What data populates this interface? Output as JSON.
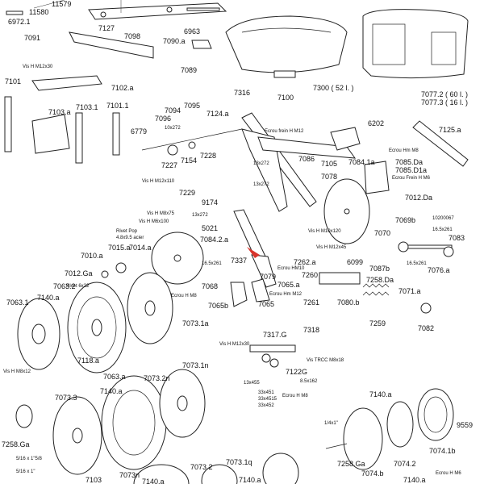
{
  "accent_color": "#d8342c",
  "labels": {
    "l6972_1": "6972.1",
    "l11580": "11580",
    "l11579": "11579",
    "l7127": "7127",
    "l7098": "7098",
    "l6963": "6963",
    "l7091": "7091",
    "l7090a": "7090.a",
    "l7089": "7089",
    "l7300": "7300 ( 52 l. )",
    "l7077_2": "7077.2 ( 60 l. )",
    "l7077_3": "7077.3 ( 16 l. )",
    "l7101": "7101",
    "l7102a": "7102.a",
    "l7103a": "7103.a",
    "l7103_1": "7103.1",
    "l7101_1": "7101.1",
    "l7316": "7316",
    "l7100": "7100",
    "l6202": "6202",
    "l7125a": "7125.a",
    "l7094": "7094",
    "l7095": "7095",
    "l7124a": "7124.a",
    "l7096": "7096",
    "l6779": "6779",
    "l7227": "7227",
    "l7154": "7154",
    "l7228": "7228",
    "l7229": "7229",
    "l9174": "9174",
    "l7086": "7086",
    "l7105": "7105",
    "l7078": "7078",
    "l7084_1a": "7084.1a",
    "l7085Da": "7085.Da",
    "l7085D1a": "7085.D1a",
    "l7012Da": "7012.Da",
    "l7069b": "7069b",
    "l10200067": "10200067",
    "l7083": "7083",
    "l7070": "7070",
    "l7084_2a": "7084.2.a",
    "l5021": "5021",
    "l7015a": "7015.a",
    "l7014a": "7014.a",
    "l7010a": "7010.a",
    "l7012Ga": "7012.Ga",
    "l7063_2": "7063.2",
    "l7063_1": "7063.1",
    "l7140a_1": "7140.a",
    "l7068": "7068",
    "l7337": "7337",
    "l7079": "7079",
    "l7065a": "7065.a",
    "l7262a": "7262.a",
    "l6099": "6099",
    "l7087b": "7087b",
    "l7076a": "7076.a",
    "l7260": "7260",
    "l7258Da": "7258.Da",
    "l7071a": "7071.a",
    "l7065b": "7065b",
    "l7065": "7065",
    "l7261": "7261",
    "l7080b": "7080.b",
    "l7259": "7259",
    "l7082": "7082",
    "l7073_1a": "7073.1a",
    "l7118a": "7118.a",
    "l7317G": "7317.G",
    "l7318": "7318",
    "l7122G": "7122G",
    "l7063a": "7063.a",
    "l7073_2n": "7073.2n",
    "l7073_1n": "7073.1n",
    "l7073_3": "7073.3",
    "l7140a_2": "7140.a",
    "l7140a_3": "7140.a",
    "l9559": "9559",
    "l7258Ga": "7258.Ga",
    "l7258Ga_2": "7258.Ga",
    "l7074b": "7074.b",
    "l7074_2": "7074.2",
    "l7074_1b": "7074.1b",
    "l7073n": "7073n",
    "l7073_2": "7073.2",
    "l7073_1q": "7073.1q",
    "l7140a_4": "7140.a",
    "l7140a_5": "7140.a",
    "l7140a_6": "7140.a",
    "l7103_bottom": "7103"
  },
  "annotations": {
    "vis_m12x30": "Vis H M12x30",
    "ecrou_frein_m12": "Ecrou frein H M12",
    "d10x272": "10x272",
    "vis_m12x110": "Vis H M12x110",
    "d13x272_a": "13x272",
    "d13x272_b": "13x272",
    "d13x272_c": "13x272",
    "ecrou_hm8_a": "Ecrou Hm M8",
    "ecrou_frein_m6": "Ecrou Frein H M6",
    "vis_m8x75": "Vis H M8x75",
    "vis_m6x100": "Vis H M6x100",
    "rivet_pop": "Rivet Pop",
    "rivet_spec": "4.8x9.5 acier",
    "d16_5x261_a": "16.5x261",
    "d16_5x261_b": "16.5x261",
    "d16_5x261_c": "16.5x261",
    "vis_m10x120": "Vis H M10x120",
    "vis_m12x45": "Vis H M12x45",
    "rivet_6x22": "Rivet 6x22",
    "ecrou_m8_b": "Ecrou H M8",
    "ecrou_hm10": "Ecrou HM10",
    "ecrou_hm12": "Ecrou Hm M12",
    "vis_m8x12": "Vis H M8x12",
    "vis_m12x30_b": "Vis H M12x30",
    "vis_trcc": "Vis TRCC M8x18",
    "d8_5x162": "8.5x162",
    "d13x455": "13x455",
    "d33x451": "33x451",
    "d33x4515": "33x4515",
    "d33x452": "33x452",
    "ecrou_m8_c": "Ecrou H M8",
    "d1_4x1": "1/4x1\"",
    "d5_16x1_5_8": "5/16 x 1\"5/8",
    "d5_16x1": "5/16 x 1\"",
    "ecrou_m6": "Ecrou H M6"
  }
}
